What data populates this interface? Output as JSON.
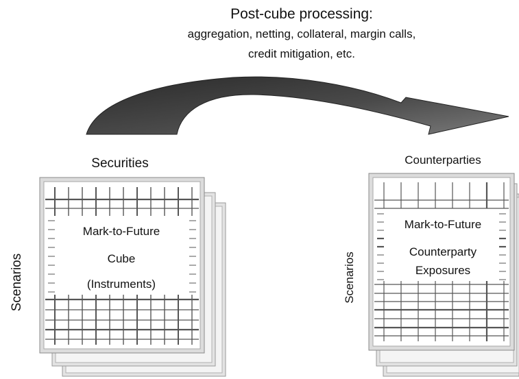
{
  "header": {
    "title": "Post-cube processing:",
    "line2": "aggregation, netting, collateral, margin calls,",
    "line3": "credit mitigation, etc."
  },
  "left_cube": {
    "heading": "Securities",
    "axis_label": "Scenarios",
    "label1": "Mark-to-Future",
    "label2": "Cube",
    "label3": "(Instruments)"
  },
  "right_cube": {
    "heading": "Counterparties",
    "axis_label": "Scenarios",
    "label1": "Mark-to-Future",
    "label2": "Counterparty",
    "label3": "Exposures"
  },
  "colors": {
    "arrow": "#3a3a3a",
    "grid": "#555555",
    "frame": "#cfcfcf"
  }
}
